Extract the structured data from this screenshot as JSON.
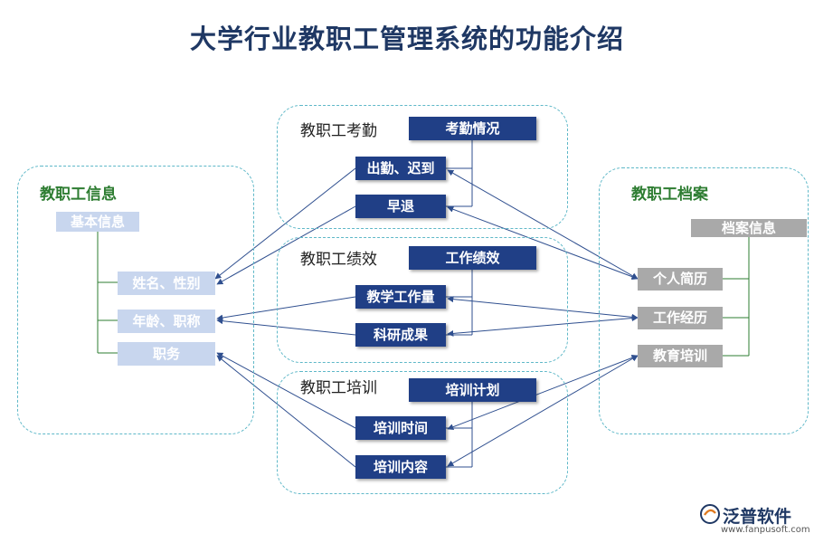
{
  "title": "大学行业教职工管理系统的功能介绍",
  "left_panel": {
    "label": "教职工信息",
    "header": "基本信息",
    "items": [
      "姓名、性别",
      "年龄、职称",
      "职务"
    ]
  },
  "right_panel": {
    "label": "教职工档案",
    "header": "档案信息",
    "items": [
      "个人简历",
      "工作经历",
      "教育培训"
    ]
  },
  "groups": [
    {
      "label": "教职工考勤",
      "header": "考勤情况",
      "items": [
        "出勤、迟到",
        "早退"
      ]
    },
    {
      "label": "教职工绩效",
      "header": "工作绩效",
      "items": [
        "教学工作量",
        "科研成果"
      ]
    },
    {
      "label": "教职工培训",
      "header": "培训计划",
      "items": [
        "培训时间",
        "培训内容"
      ]
    }
  ],
  "logo": {
    "name": "泛普软件",
    "url": "www.fanpusoft.com"
  },
  "colors": {
    "navy": "#203f86",
    "title": "#1f3864",
    "panel_label": "#2e7d32",
    "dashed_border": "#5fb8c8"
  }
}
